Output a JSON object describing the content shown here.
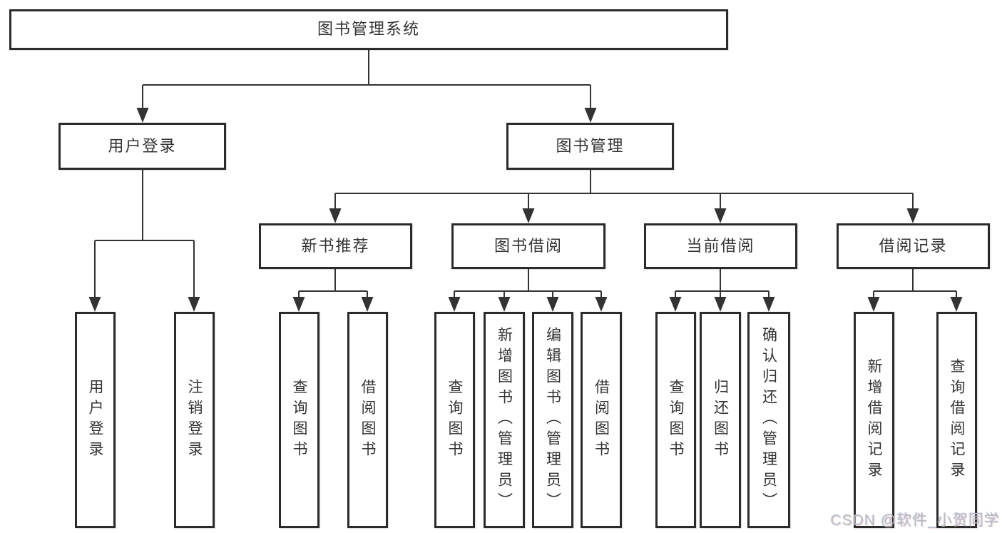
{
  "diagram": {
    "type": "tree",
    "watermark": "CSDN @软件_小贺同学",
    "colors": {
      "line": "#333333",
      "box_border": "#2b2b2b",
      "box_fill": "#ffffff",
      "text": "#333333",
      "watermark": "#b8bbc2"
    },
    "tree": {
      "root": {
        "label": "图书管理系统",
        "children": [
          {
            "label": "用户登录",
            "children": [
              {
                "label": "用户登录"
              },
              {
                "label": "注销登录"
              }
            ]
          },
          {
            "label": "图书管理",
            "children": [
              {
                "label": "新书推荐",
                "children": [
                  {
                    "label": "查询图书"
                  },
                  {
                    "label": "借阅图书"
                  }
                ]
              },
              {
                "label": "图书借阅",
                "children": [
                  {
                    "label": "查询图书"
                  },
                  {
                    "label": "新增图书（管理员）"
                  },
                  {
                    "label": "编辑图书（管理员）"
                  },
                  {
                    "label": "借阅图书"
                  }
                ]
              },
              {
                "label": "当前借阅",
                "children": [
                  {
                    "label": "查询图书"
                  },
                  {
                    "label": "归还图书"
                  },
                  {
                    "label": "确认归还（管理员）"
                  }
                ]
              },
              {
                "label": "借阅记录",
                "children": [
                  {
                    "label": "新增借阅记录"
                  },
                  {
                    "label": "查询借阅记录"
                  }
                ]
              }
            ]
          }
        ]
      }
    }
  }
}
